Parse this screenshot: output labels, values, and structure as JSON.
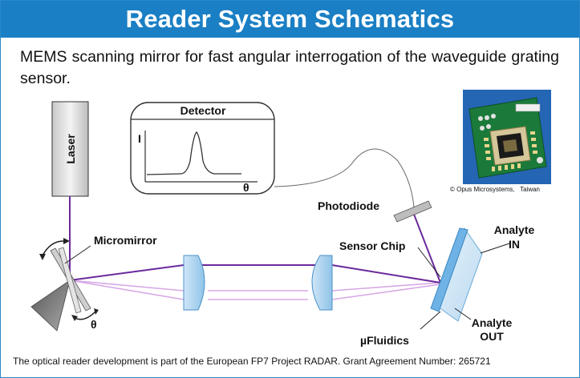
{
  "header": {
    "title": "Reader System Schematics"
  },
  "subtitle": "MEMS scanning mirror for fast angular interrogation of the waveguide grating sensor.",
  "labels": {
    "laser": "Laser",
    "detector": "Detector",
    "detector_y_axis": "I",
    "detector_x_axis": "θ",
    "micromirror": "Micromirror",
    "mirror_angle": "θ",
    "photodiode": "Photodiode",
    "sensor_chip": "Sensor Chip",
    "analyte_in_line1": "Analyte",
    "analyte_in_line2": "IN",
    "analyte_out_line1": "Analyte",
    "analyte_out_line2": "OUT",
    "ufluidics": "µFluidics"
  },
  "photo": {
    "credit": "© Opus Microsystems,   Taiwan"
  },
  "footer": {
    "text": "The optical reader development is part of the European FP7 Project RADAR. Grant Agreement Number: 265721"
  },
  "colors": {
    "title_bar": "#1a7fc4",
    "beam_primary": "#6a2a9c",
    "beam_secondary": "#d7a8e6",
    "lens_fill": "#b6d9f2"
  }
}
